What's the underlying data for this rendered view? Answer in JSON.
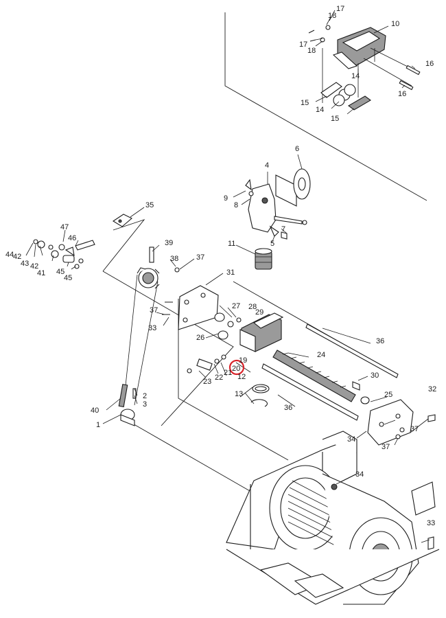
{
  "highlight": {
    "label": "20",
    "color": "#d9232a"
  },
  "callouts": {
    "c1": "1",
    "c2": "2",
    "c3": "3",
    "c4": "4",
    "c5": "5",
    "c6": "6",
    "c7": "7",
    "c8": "8",
    "c9": "9",
    "c10": "10",
    "c11": "11",
    "c12": "12",
    "c13": "13",
    "c14a": "14",
    "c14b": "14",
    "c15a": "15",
    "c15b": "15",
    "c16a": "16",
    "c16b": "16",
    "c17a": "17",
    "c17b": "17",
    "c18a": "18",
    "c18b": "18",
    "c19": "19",
    "c21": "21",
    "c22": "22",
    "c23": "23",
    "c24": "24",
    "c25": "25",
    "c26": "26",
    "c27": "27",
    "c28": "28",
    "c29": "29",
    "c30": "30",
    "c31": "31",
    "c32": "32",
    "c33a": "33",
    "c33b": "33",
    "c34a": "34",
    "c34b": "34",
    "c35": "35",
    "c36a": "36",
    "c36b": "36",
    "c37a": "37",
    "c37b": "37",
    "c37c": "37",
    "c37d": "37",
    "c38": "38",
    "c39": "39",
    "c40": "40",
    "c41": "41",
    "c42a": "42",
    "c42b": "42",
    "c43": "43",
    "c44": "44",
    "c45a": "45",
    "c45b": "45",
    "c46": "46",
    "c47": "47"
  }
}
